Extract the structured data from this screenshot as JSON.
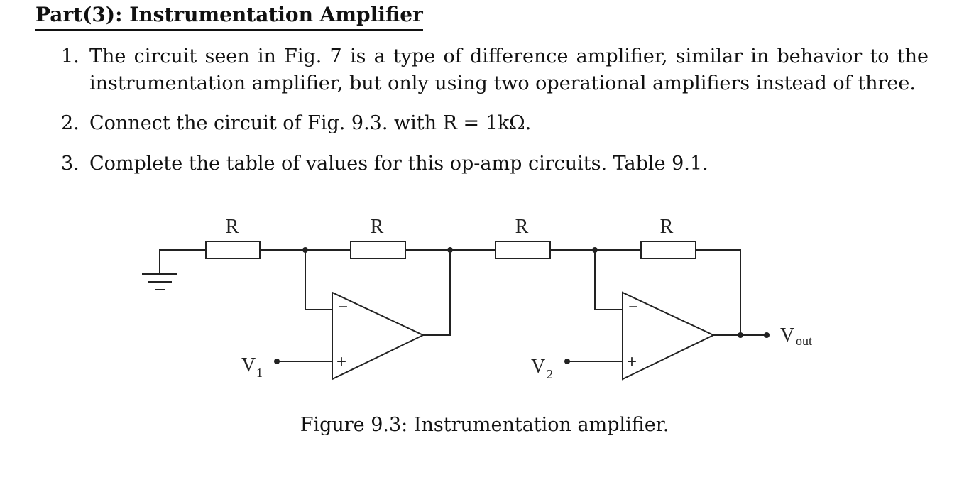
{
  "heading": "Part(3): Instrumentation Amplifier",
  "items": [
    {
      "number": "1.",
      "text": "The circuit seen in Fig.  7 is a type of difference amplifier, similar in behavior to the instrumentation amplifier, but only using two operational amplifiers instead of three."
    },
    {
      "number": "2.",
      "text": "Connect the circuit of Fig. 9.3. with R = 1kΩ."
    },
    {
      "number": "3.",
      "text": "Complete the table of values for this op-amp circuits. Table 9.1."
    }
  ],
  "circuit": {
    "resistor_label": "R",
    "opamp_minus": "−",
    "opamp_plus": "+",
    "input1_main": "V",
    "input1_sub": "1",
    "input2_main": "V",
    "input2_sub": "2",
    "output_main": "V",
    "output_sub": "out"
  },
  "caption": "Figure 9.3: Instrumentation amplifier."
}
